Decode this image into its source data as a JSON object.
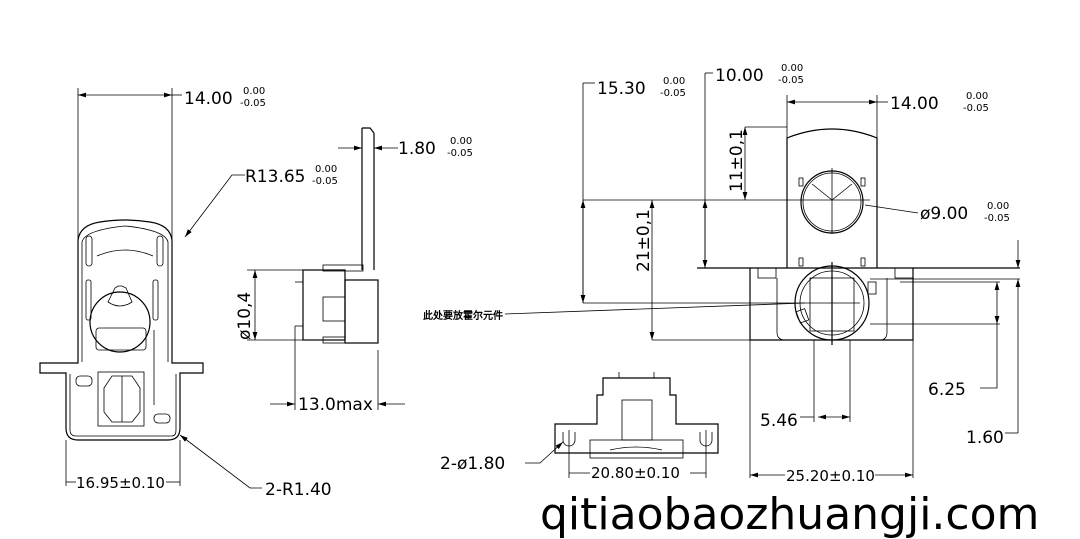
{
  "drawing": {
    "left_view": {
      "width": {
        "value": "14.00",
        "tol_upper": "0.00",
        "tol_lower": "-0.05"
      },
      "radius": {
        "value": "R13.65",
        "tol_upper": "0.00",
        "tol_lower": "-0.05"
      },
      "base_width": "16.95±0.10",
      "corner_radius": "2-R1.40"
    },
    "side_view": {
      "tab_thickness": {
        "value": "1.80",
        "tol_upper": "0.00",
        "tol_lower": "-0.05"
      },
      "diameter": "ø10,4",
      "length": "13.0max"
    },
    "annotation_cn": "此处要放霍尔元件",
    "front_view": {
      "offset_a": {
        "value": "15.30",
        "tol_upper": "0.00",
        "tol_lower": "-0.05"
      },
      "offset_b": {
        "value": "10.00",
        "tol_upper": "0.00",
        "tol_lower": "-0.05"
      },
      "width": {
        "value": "14.00",
        "tol_upper": "0.00",
        "tol_lower": "-0.05"
      },
      "hole_diameter": {
        "value": "ø9.00",
        "tol_upper": "0.00",
        "tol_lower": "-0.05"
      },
      "height_upper": "11±0,1",
      "height_total": "21±0,1",
      "dim_625": "6.25",
      "dim_546": "5.46",
      "dim_160": "1.60",
      "base_width": "25.20±0.10"
    },
    "bottom_view": {
      "holes": "2-ø1.80",
      "hole_spacing": "20.80±0.10"
    }
  },
  "watermark": "qitiaobaozhuangji.com"
}
